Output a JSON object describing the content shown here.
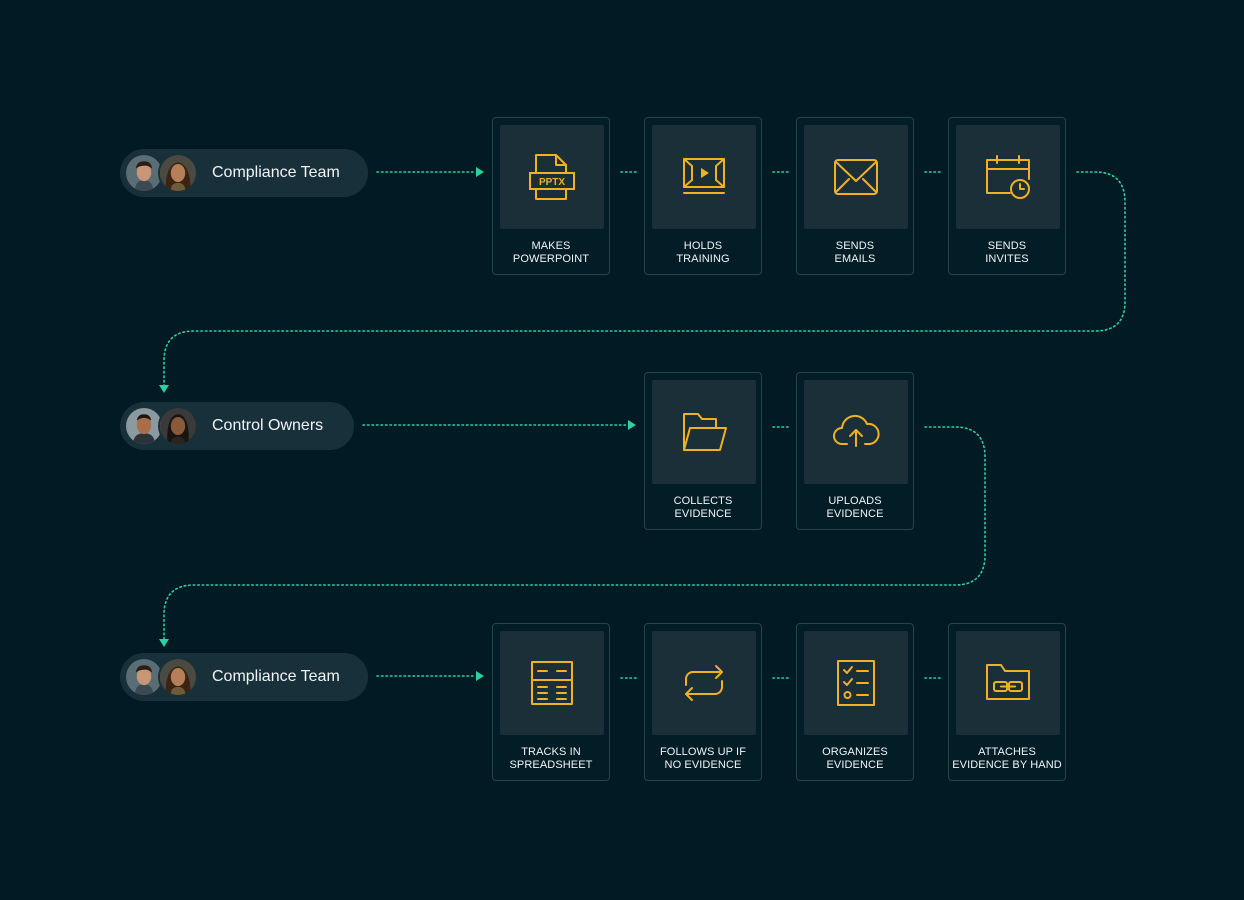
{
  "accent_color": "#2bd1a0",
  "icon_color": "#f0b125",
  "rows": [
    {
      "actor": {
        "name": "Compliance Team",
        "avatars": [
          "person-avatar",
          "person-avatar"
        ]
      },
      "steps": [
        {
          "icon": "pptx-file-icon",
          "icon_text": "PPTX",
          "label": "MAKES\nPOWERPOINT"
        },
        {
          "icon": "video-training-icon",
          "label": "HOLDS\nTRAINING"
        },
        {
          "icon": "envelope-icon",
          "label": "SENDS\nEMAILS"
        },
        {
          "icon": "calendar-clock-icon",
          "label": "SENDS\nINVITES"
        }
      ]
    },
    {
      "actor": {
        "name": "Control Owners",
        "avatars": [
          "person-avatar",
          "person-avatar"
        ]
      },
      "steps": [
        {
          "icon": "open-folder-icon",
          "label": "COLLECTS\nEVIDENCE"
        },
        {
          "icon": "cloud-upload-icon",
          "label": "UPLOADS\nEVIDENCE"
        }
      ]
    },
    {
      "actor": {
        "name": "Compliance Team",
        "avatars": [
          "person-avatar",
          "person-avatar"
        ]
      },
      "steps": [
        {
          "icon": "spreadsheet-icon",
          "label": "TRACKS IN\nSPREADSHEET"
        },
        {
          "icon": "repeat-arrows-icon",
          "label": "FOLLOWS UP IF\nNO EVIDENCE"
        },
        {
          "icon": "checklist-icon",
          "label": "ORGANIZES\nEVIDENCE"
        },
        {
          "icon": "folder-link-icon",
          "label": "ATTACHES\nEVIDENCE BY HAND"
        }
      ]
    }
  ]
}
